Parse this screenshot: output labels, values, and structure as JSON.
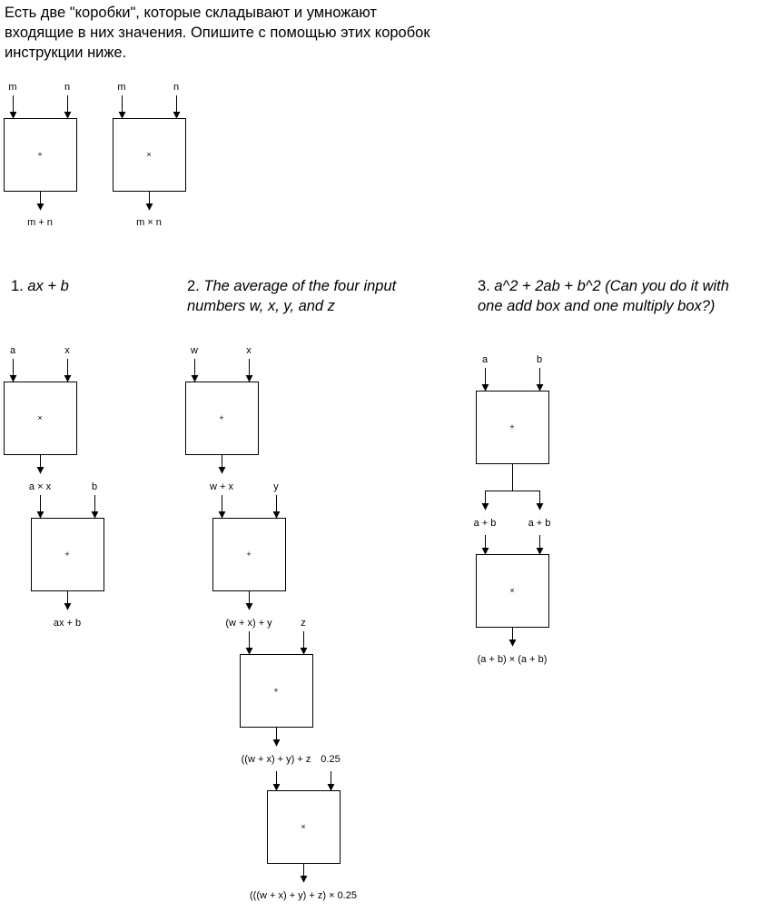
{
  "intro": "Есть две \"коробки\", которые складывают и умножают\nвходящие в них значения. Опишите с помощью этих коробок\nинструкции ниже.",
  "headings": {
    "task1": {
      "num": "1. ",
      "text": "ax + b"
    },
    "task2": {
      "num": "2. ",
      "text": "The average of the four input\nnumbers w, x, y, and z"
    },
    "task3": {
      "num": "3.  ",
      "text": "a^2 + 2ab + b^2 (Can you do it with\none add box and one multiply box?)"
    }
  },
  "ops": {
    "add": "+",
    "mul": "×"
  },
  "example": {
    "add_in": [
      "m",
      "n"
    ],
    "add_out": "m + n",
    "mul_in": [
      "m",
      "n"
    ],
    "mul_out": "m × n"
  },
  "task1": {
    "box1_in": [
      "a",
      "x"
    ],
    "box1_out": "a × x",
    "box2_in2": "b",
    "box2_out": "ax + b"
  },
  "task2": {
    "box1_in": [
      "w",
      "x"
    ],
    "box1_out": "w + x",
    "box2_in2": "y",
    "box2_out": "(w + x) + y",
    "box3_in2": "z",
    "box3_out": "((w + x) + y) + z",
    "box4_in2": "0.25",
    "box4_out": "(((w + x) + y) + z) × 0.25"
  },
  "task3": {
    "box1_in": [
      "a",
      "b"
    ],
    "split_out": [
      "a + b",
      "a + b"
    ],
    "box2_out": "(a + b) × (a + b)"
  }
}
